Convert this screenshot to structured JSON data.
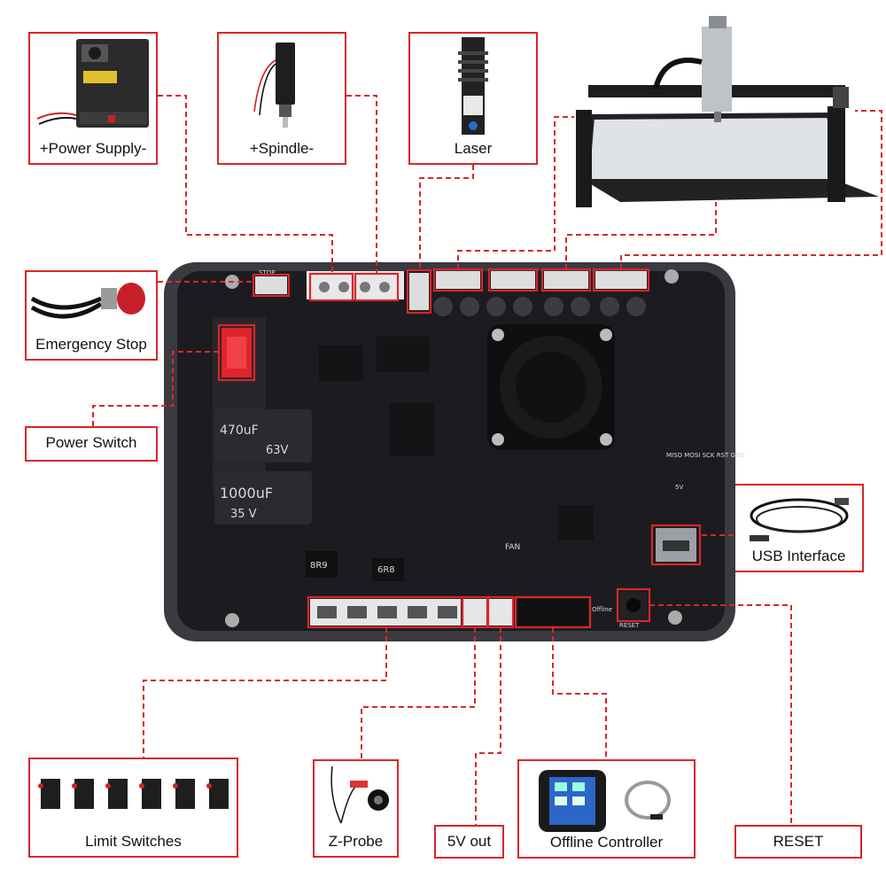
{
  "labels": {
    "power_supply": "+Power Supply-",
    "spindle": "+Spindle-",
    "laser": "Laser",
    "emergency_stop": "Emergency Stop",
    "power_switch": "Power Switch",
    "usb_interface": "USB Interface",
    "limit_switches": "Limit Switches",
    "z_probe": "Z-Probe",
    "five_v_out": "5V out",
    "offline_controller": "Offline Controller",
    "reset": "RESET"
  },
  "board_silk": {
    "stop": "STOP",
    "reset": "RESET",
    "offline": "Offline",
    "fan": "FAN",
    "cap1": "470uF",
    "cap1_v": "63V",
    "cap2": "1000uF",
    "cap2_v": "35 V",
    "spi": "MISO MOSI SCK RST GND",
    "five_v": "5V",
    "ind1": "8R9",
    "ind2": "6R8"
  },
  "colors": {
    "accent": "#d8262b",
    "board": "#1c1c20",
    "case": "#3a3a40"
  }
}
